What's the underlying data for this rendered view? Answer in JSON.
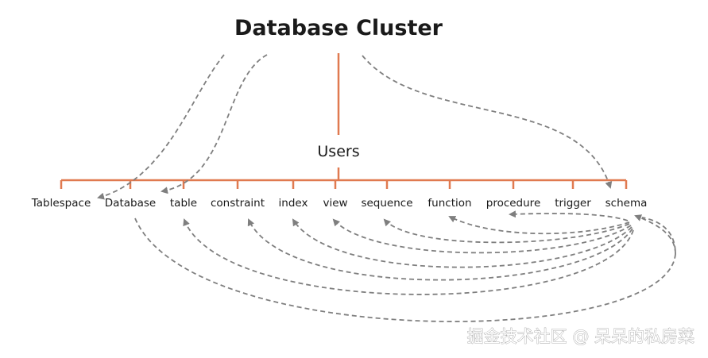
{
  "title": "Database Cluster",
  "users_label": "Users",
  "nodes": [
    "Tablespace",
    "Database",
    "table",
    "constraint",
    "index",
    "view",
    "sequence",
    "function",
    "procedure",
    "trigger",
    "schema"
  ],
  "watermark": "掘金技术社区 @ 呆呆的私房菜",
  "colors": {
    "tree": "#e07a50",
    "arrow": "#7f7f7f",
    "text": "#1a1a1a"
  }
}
